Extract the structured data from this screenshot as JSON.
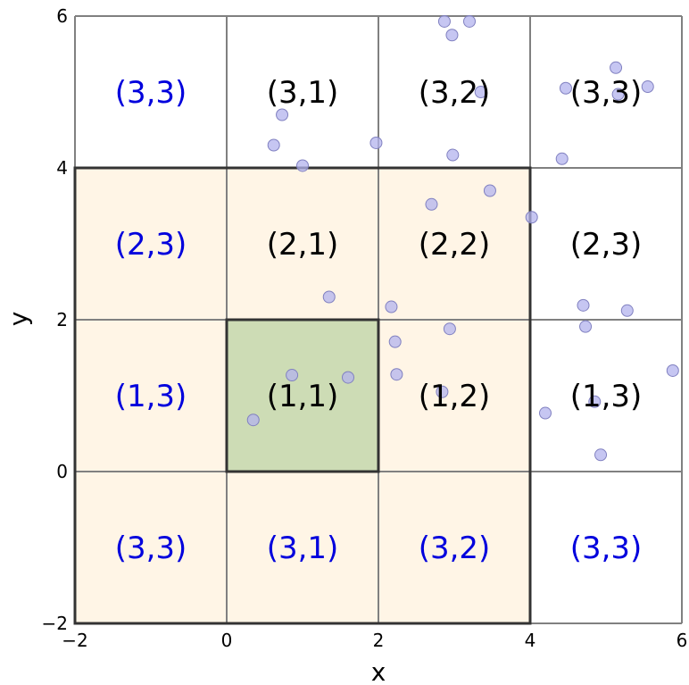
{
  "chart_data": {
    "type": "scatter",
    "xlabel": "x",
    "ylabel": "y",
    "xlim": [
      -2,
      6
    ],
    "ylim": [
      -2,
      6
    ],
    "xticks": [
      "−2",
      "0",
      "2",
      "4",
      "6"
    ],
    "yticks": [
      "−2",
      "0",
      "2",
      "4",
      "6"
    ],
    "grid": true,
    "colors": {
      "inner_region": "#cddcb5",
      "outer_region": "#fff5e6",
      "points": "#b3b3ee",
      "label_black": "#000000",
      "label_blue": "#0000dd",
      "grid": "#808080"
    },
    "cells": [
      {
        "col": 0,
        "row": 0,
        "label": "(3,3)",
        "color": "blue"
      },
      {
        "col": 1,
        "row": 0,
        "label": "(3,1)",
        "color": "black"
      },
      {
        "col": 2,
        "row": 0,
        "label": "(3,2)",
        "color": "black"
      },
      {
        "col": 3,
        "row": 0,
        "label": "(3,3)",
        "color": "black"
      },
      {
        "col": 0,
        "row": 1,
        "label": "(2,3)",
        "color": "blue"
      },
      {
        "col": 1,
        "row": 1,
        "label": "(2,1)",
        "color": "black"
      },
      {
        "col": 2,
        "row": 1,
        "label": "(2,2)",
        "color": "black"
      },
      {
        "col": 3,
        "row": 1,
        "label": "(2,3)",
        "color": "black"
      },
      {
        "col": 0,
        "row": 2,
        "label": "(1,3)",
        "color": "blue"
      },
      {
        "col": 1,
        "row": 2,
        "label": "(1,1)",
        "color": "black"
      },
      {
        "col": 2,
        "row": 2,
        "label": "(1,2)",
        "color": "black"
      },
      {
        "col": 3,
        "row": 2,
        "label": "(1,3)",
        "color": "black"
      },
      {
        "col": 0,
        "row": 3,
        "label": "(3,3)",
        "color": "blue"
      },
      {
        "col": 1,
        "row": 3,
        "label": "(3,1)",
        "color": "blue"
      },
      {
        "col": 2,
        "row": 3,
        "label": "(3,2)",
        "color": "blue"
      },
      {
        "col": 3,
        "row": 3,
        "label": "(3,3)",
        "color": "blue"
      }
    ],
    "regions": [
      {
        "name": "outer",
        "x": [
          -2,
          4
        ],
        "y": [
          -2,
          4
        ]
      },
      {
        "name": "inner",
        "x": [
          0,
          2
        ],
        "y": [
          0,
          2
        ]
      }
    ],
    "points": [
      [
        2.87,
        5.93
      ],
      [
        3.2,
        5.93
      ],
      [
        2.97,
        5.75
      ],
      [
        5.13,
        5.32
      ],
      [
        4.47,
        5.05
      ],
      [
        5.55,
        5.07
      ],
      [
        5.16,
        4.97
      ],
      [
        3.35,
        5.0
      ],
      [
        0.73,
        4.7
      ],
      [
        0.62,
        4.3
      ],
      [
        1.97,
        4.33
      ],
      [
        2.98,
        4.17
      ],
      [
        4.42,
        4.12
      ],
      [
        1.0,
        4.03
      ],
      [
        3.47,
        3.7
      ],
      [
        2.7,
        3.52
      ],
      [
        4.02,
        3.35
      ],
      [
        1.35,
        2.3
      ],
      [
        2.17,
        2.17
      ],
      [
        4.7,
        2.19
      ],
      [
        5.28,
        2.12
      ],
      [
        4.73,
        1.91
      ],
      [
        2.94,
        1.88
      ],
      [
        2.22,
        1.71
      ],
      [
        0.86,
        1.27
      ],
      [
        1.6,
        1.24
      ],
      [
        2.24,
        1.28
      ],
      [
        5.88,
        1.33
      ],
      [
        2.84,
        1.05
      ],
      [
        4.85,
        0.92
      ],
      [
        4.2,
        0.77
      ],
      [
        0.35,
        0.68
      ],
      [
        4.93,
        0.22
      ]
    ]
  }
}
